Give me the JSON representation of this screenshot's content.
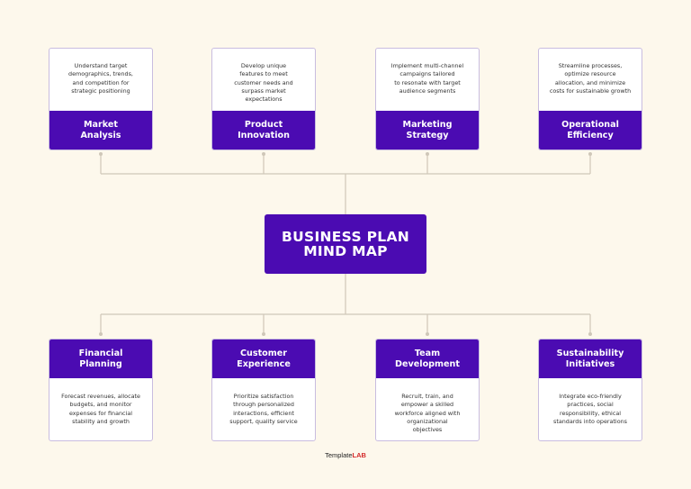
{
  "center": {
    "line1": "BUSINESS PLAN",
    "line2": "MIND MAP"
  },
  "top_nodes": [
    {
      "label": "Market\nAnalysis",
      "desc": "Understand target\ndemographics, trends,\nand competition for\nstrategic positioning"
    },
    {
      "label": "Product\nInnovation",
      "desc": "Develop unique\nfeatures to meet\ncustomer needs and\nsurpass market\nexpectations"
    },
    {
      "label": "Marketing\nStrategy",
      "desc": "Implement multi-channel\ncampaigns tailored\nto resonate with target\naudience segments"
    },
    {
      "label": "Operational\nEfficiency",
      "desc": "Streamline processes,\noptimize resource\nallocation, and minimize\ncosts for sustainable growth"
    }
  ],
  "bottom_nodes": [
    {
      "label": "Financial\nPlanning",
      "desc": "Forecast revenues, allocate\nbudgets, and monitor\nexpenses for financial\nstability and growth"
    },
    {
      "label": "Customer\nExperience",
      "desc": "Prioritize satisfaction\nthrough personalized\ninteractions, efficient\nsupport, quality service"
    },
    {
      "label": "Team\nDevelopment",
      "desc": "Recruit, train, and\nempower a skilled\nworkforce aligned with\norganizational\nobjectives"
    },
    {
      "label": "Sustainability\nInitiatives",
      "desc": "Integrate eco-friendly\npractices, social\nresponsibility, ethical\nstandards into operations"
    }
  ],
  "brand": {
    "part1": "Template",
    "part2": "LAB"
  },
  "colors": {
    "accent": "#4b0bb2",
    "background": "#fdf8ec",
    "connector": "#cfc7b8",
    "card_border": "#c9bde0"
  }
}
